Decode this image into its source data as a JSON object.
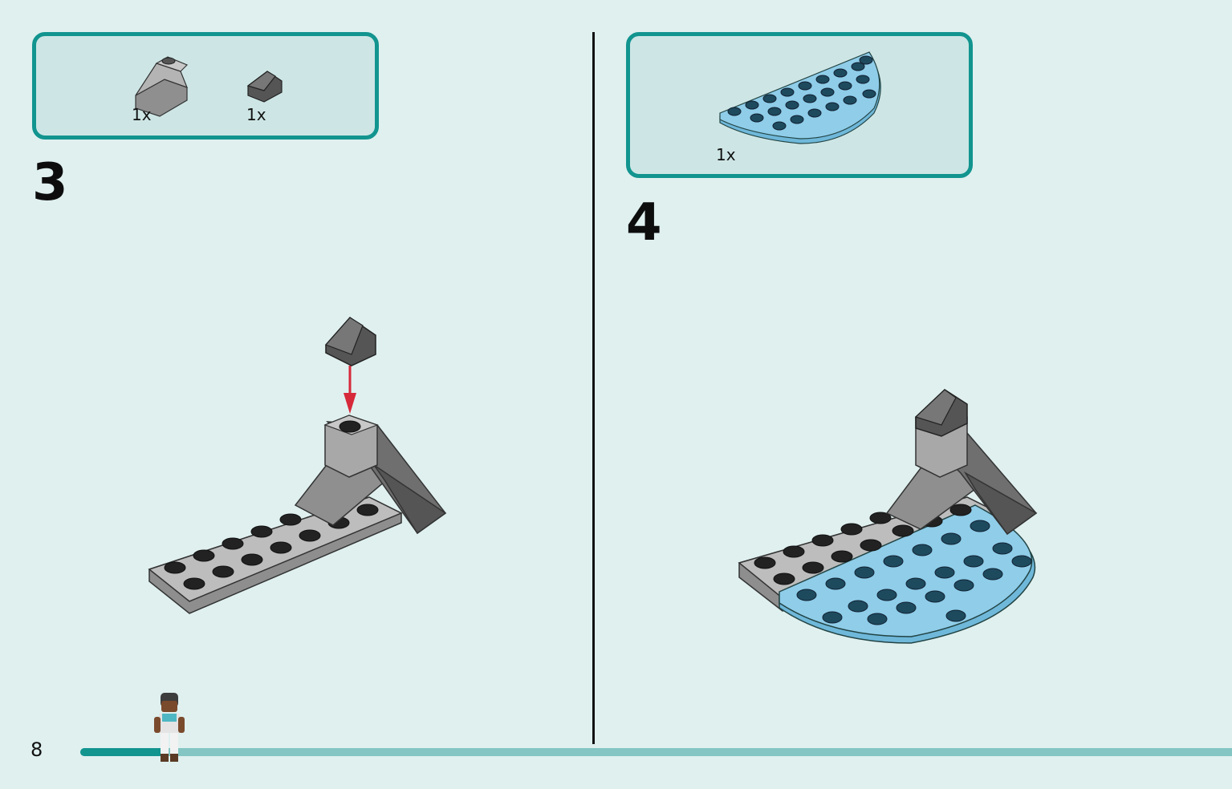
{
  "page": {
    "number": "8"
  },
  "progress": {
    "fraction": 0.075
  },
  "steps": [
    {
      "number": "3",
      "parts": [
        {
          "qty": "1x",
          "icon": "light-gray-slope-brick-icon"
        },
        {
          "qty": "1x",
          "icon": "dark-gray-slope-icon"
        }
      ]
    },
    {
      "number": "4",
      "parts": [
        {
          "qty": "1x",
          "icon": "blue-half-round-plate-icon"
        }
      ]
    }
  ],
  "colors": {
    "accent": "#12948f",
    "background": "#dff0ef",
    "light_gray": "#a3a3a3",
    "dark_gray": "#6a6a6a",
    "blue": "#7fc6e6",
    "arrow": "#d6293a"
  }
}
